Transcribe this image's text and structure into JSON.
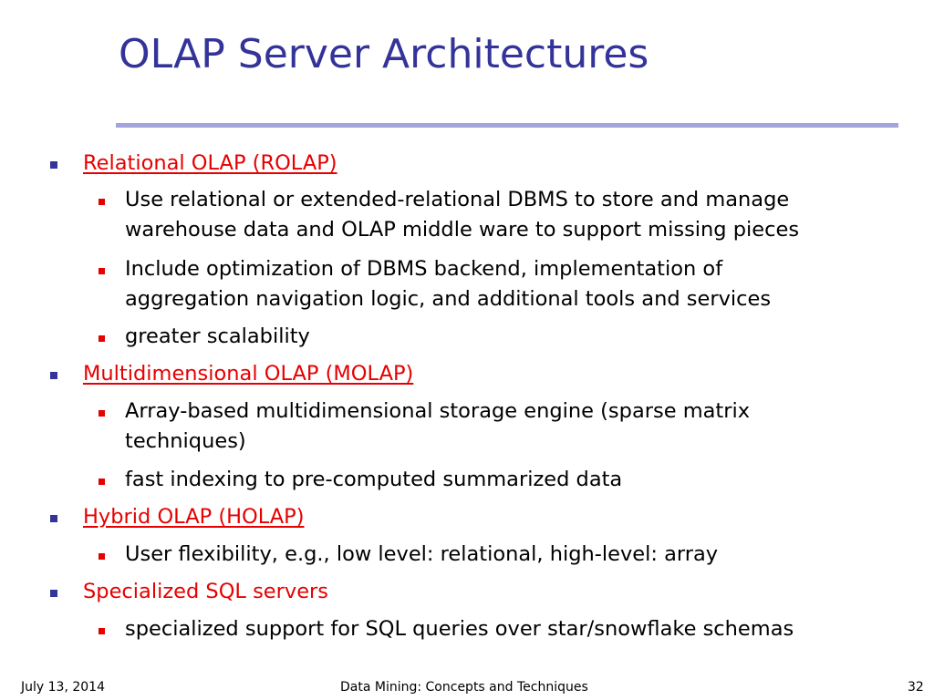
{
  "slide": {
    "title": "OLAP Server Architectures"
  },
  "sections": [
    {
      "heading": "Relational OLAP (ROLAP)",
      "heading_style": "link",
      "items": [
        "Use relational or extended-relational DBMS to store and manage",
        "warehouse data and OLAP middle ware to support missing pieces",
        "Include optimization of DBMS backend, implementation of",
        "aggregation navigation logic, and additional tools and services",
        "greater scalability"
      ]
    },
    {
      "heading": "Multidimensional OLAP (MOLAP)",
      "heading_style": "link",
      "items": [
        "Array-based multidimensional storage engine (sparse matrix",
        "techniques)",
        "fast indexing to pre-computed summarized data"
      ]
    },
    {
      "heading": "Hybrid OLAP (HOLAP)",
      "heading_style": "link",
      "items": [
        "User flexibility, e.g., low level: relational, high-level: array"
      ]
    },
    {
      "heading": "Specialized SQL servers",
      "heading_style": "plain",
      "items": [
        "specialized support for SQL queries over star/snowflake schemas"
      ]
    }
  ],
  "footer": {
    "date": "July 13, 2014",
    "center": "Data Mining: Concepts and Techniques",
    "page": "32"
  },
  "colors": {
    "title": "#333399",
    "rule": "#a3a3dd",
    "heading": "#e60000",
    "level1_bullet": "#333399",
    "level2_bullet": "#e60000"
  }
}
